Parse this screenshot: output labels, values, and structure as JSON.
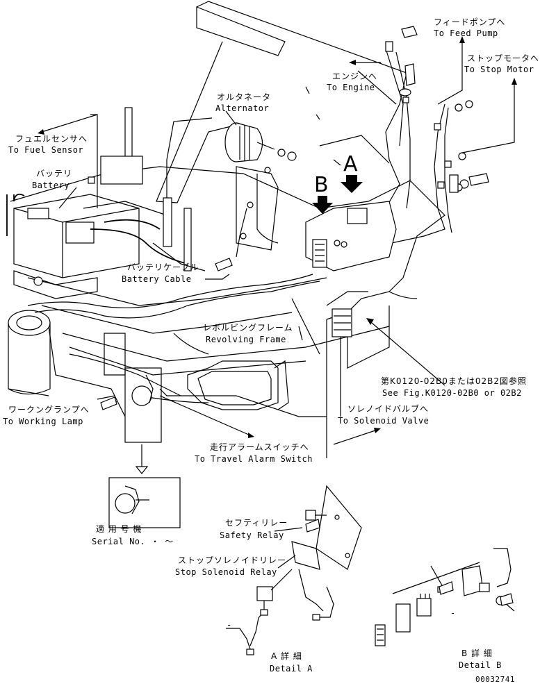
{
  "labels": {
    "feed_pump_jp": "フィードポンプへ",
    "feed_pump_en": "To Feed Pump",
    "stop_motor_jp": "ストップモータへ",
    "stop_motor_en": "To Stop Motor",
    "engine_jp": "エンジンへ",
    "engine_en": "To Engine",
    "alternator_jp": "オルタネータ",
    "alternator_en": "Alternator",
    "fuel_sensor_jp": "フュエルセンサへ",
    "fuel_sensor_en": "To Fuel Sensor",
    "battery_jp": "バッテリ",
    "battery_en": "Battery",
    "battery_cable_jp": "バッテリケーブル",
    "battery_cable_en": "Battery Cable",
    "revolving_frame_jp": "レボルビングフレーム",
    "revolving_frame_en": "Revolving Frame",
    "see_fig_jp": "第K0120-02B0または02B2図参照",
    "see_fig_en": "See Fig.K0120-02B0 or 02B2",
    "solenoid_valve_jp": "ソレノイドバルブへ",
    "solenoid_valve_en": "To Solenoid Valve",
    "working_lamp_jp": "ワークングランプへ",
    "working_lamp_en": "To Working Lamp",
    "travel_alarm_jp": "走行アラームスイッチへ",
    "travel_alarm_en": "To Travel Alarm Switch",
    "serial_jp": "適 用 号 機",
    "serial_en": "Serial No.  ・  ～",
    "safety_relay_jp": "セフティリレー",
    "safety_relay_en": "Safety Relay",
    "stop_relay_jp": "ストップソレノイドリレー",
    "stop_relay_en": "Stop Solenoid Relay",
    "detail_a_jp": "A 詳 細",
    "detail_a_en": "Detail A",
    "detail_b_jp": "B 詳 細",
    "detail_b_en": "Detail B",
    "marker_a": "A",
    "marker_b": "B",
    "dash_1": "-",
    "dash_2": "-",
    "drawing_no": "00032741"
  }
}
